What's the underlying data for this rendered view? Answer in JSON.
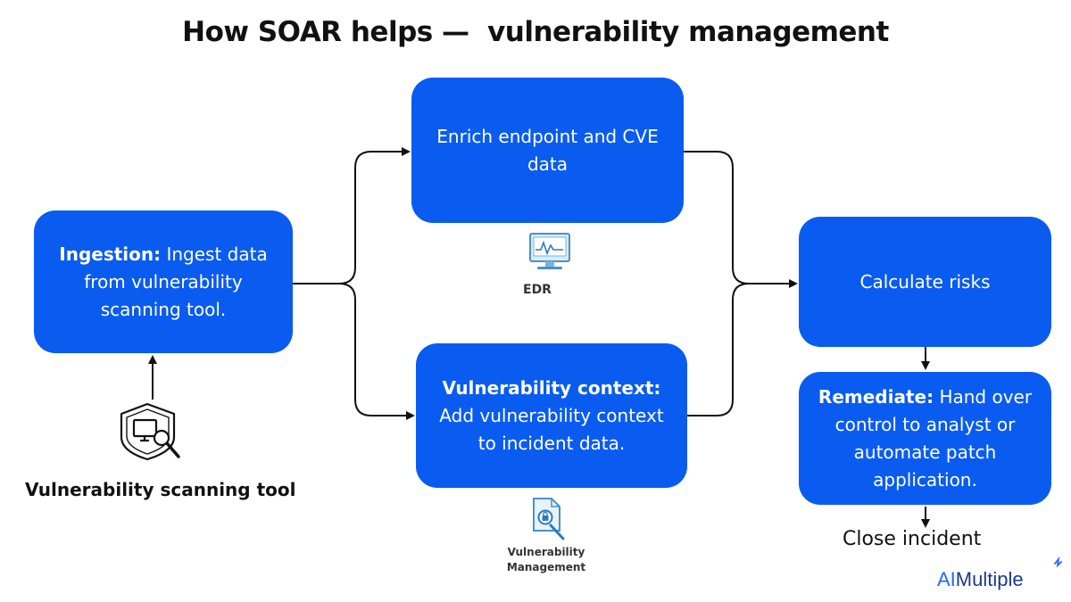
{
  "title": "How SOAR helps —  vulnerability management",
  "boxes": {
    "ingestion": {
      "label": "Ingestion:",
      "text": "Ingest data from vulnerability scanning tool."
    },
    "enrich": {
      "text": "Enrich endpoint and CVE data"
    },
    "vuln_context": {
      "label": "Vulnerability context:",
      "text": "Add vulnerability context to incident data."
    },
    "calculate": {
      "text": "Calculate risks"
    },
    "remediate": {
      "label": "Remediate:",
      "text": "Hand over control to analyst or automate patch application."
    }
  },
  "captions": {
    "scanning_tool": "Vulnerability scanning tool",
    "edr": "EDR",
    "vuln_mgmt_line1": "Vulnerability",
    "vuln_mgmt_line2": "Management",
    "close_incident": "Close incident"
  },
  "brand": {
    "ai": "AI",
    "rest": "Multiple"
  },
  "icons": [
    "shield-magnifier-icon",
    "monitor-icon",
    "document-lock-icon"
  ],
  "colors": {
    "box": "#0a5cf0",
    "box_text": "#ffffff",
    "arrow": "#111111"
  }
}
